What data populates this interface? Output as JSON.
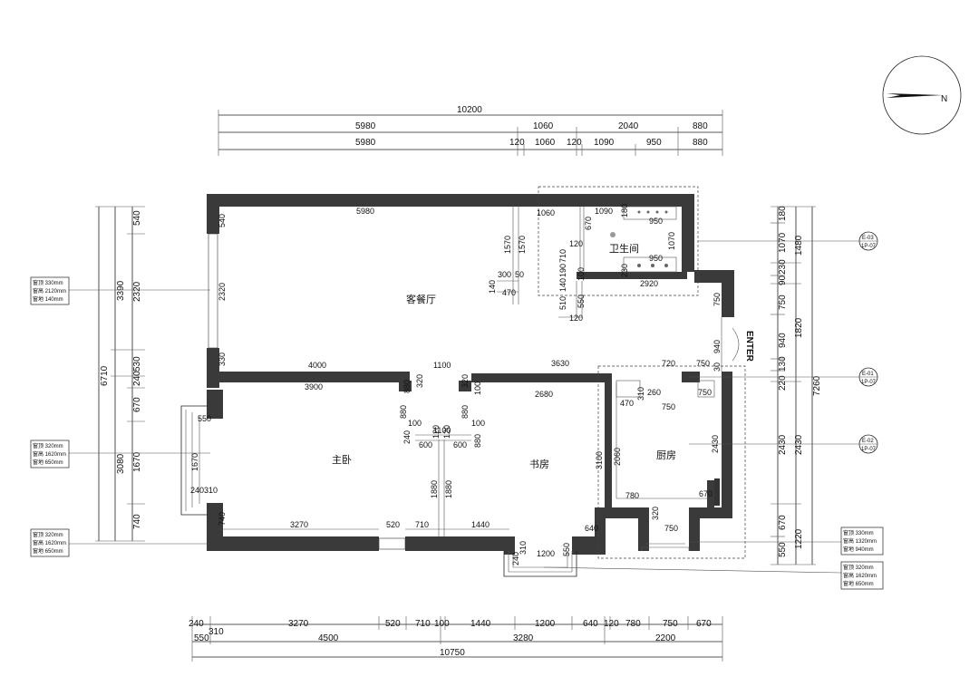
{
  "compass": {
    "label": "N"
  },
  "rooms": {
    "living_dining": "客餐厅",
    "bathroom": "卫生间",
    "master_bedroom": "主卧",
    "study": "书房",
    "kitchen": "厨房"
  },
  "entry_label": "ENTER",
  "top_dims": {
    "row1": [
      "10200"
    ],
    "row2": [
      "5980",
      "1060",
      "2040",
      "880"
    ],
    "row3": [
      "5980",
      "120",
      "1060",
      "120",
      "1090",
      "950",
      "880"
    ]
  },
  "bottom_dims": {
    "row1": [
      "240",
      "310",
      "3270",
      "520",
      "710",
      "100",
      "1440",
      "1200",
      "640",
      "120",
      "780",
      "750",
      "670"
    ],
    "row2": [
      "550",
      "4500",
      "3280",
      "2200"
    ],
    "row3": [
      "10750"
    ]
  },
  "left_dims": {
    "inner": [
      "540",
      "2320",
      "530",
      "240",
      "670",
      "1670",
      "740"
    ],
    "middle": [
      "3390",
      "3080"
    ],
    "outer": [
      "6710"
    ]
  },
  "right_dims": {
    "inner": [
      "180",
      "1070",
      "230",
      "90",
      "750",
      "940",
      "130",
      "220",
      "2430",
      "670",
      "550"
    ],
    "middle": [
      "1480",
      "1820",
      "2430",
      "1220"
    ],
    "outer": [
      "7260"
    ]
  },
  "interior_dims": {
    "living_top": "5980",
    "living_left": "2320",
    "living_left_top": "540",
    "living_left_bottom": "330",
    "kitchen_col_1570a": "1570",
    "kitchen_col_1570b": "1570",
    "d300": "300",
    "d50": "50",
    "d140": "140",
    "d470a": "470",
    "bath_1060": "1060",
    "bath_1090": "1090",
    "bath_180": "180",
    "bath_950a": "950",
    "bath_670": "670",
    "bath_120a": "120",
    "bath_710": "710",
    "bath_1070": "1070",
    "bath_950b": "950",
    "bath_100": "100",
    "bath_190": "190",
    "bath_140": "140",
    "bath_510": "510",
    "bath_120b": "120",
    "bath_550": "550",
    "bath_230": "230",
    "bath_2920": "2920",
    "bath_750": "750",
    "entry_940": "940",
    "hall_4000": "4000",
    "hall_1100": "1100",
    "hall_3630": "3630",
    "hall_720": "720",
    "hall_750": "750",
    "hall_30": "30",
    "hall_320a": "320",
    "hall_320b": "320",
    "hall_100": "100",
    "master_3900": "3900",
    "master_880": "880",
    "study_2680": "2680",
    "study_880": "880",
    "d100a": "100",
    "d100b": "100",
    "d120a": "120",
    "d120b": "120",
    "d1100": "1100",
    "d240": "240",
    "d600a": "600",
    "d600b": "600",
    "d880a": "880",
    "d880b": "880",
    "d1880a": "1880",
    "d1880b": "1880",
    "master_550": "550",
    "master_1670": "1670",
    "master_240": "240",
    "master_310": "310",
    "master_740": "740",
    "master_3270": "3270",
    "master_520": "520",
    "master_710": "710",
    "study_1440": "1440",
    "study_3100": "3100",
    "study_640": "640",
    "study_1200": "1200",
    "study_550": "550",
    "study_240": "240",
    "study_310": "310",
    "kit_470": "470",
    "kit_310": "310",
    "kit_260": "260",
    "kit_750": "750",
    "kit_2060": "2060",
    "kit_2430": "2430",
    "kit_780": "780",
    "kit_670": "670",
    "kit_320": "320",
    "kit_750b": "750",
    "kit_750c": "750"
  },
  "elevation_markers": [
    {
      "id": "E-03",
      "ref": "1P-07"
    },
    {
      "id": "E-01",
      "ref": "1P-07"
    },
    {
      "id": "E-02",
      "ref": "1P-07"
    }
  ],
  "window_tags": [
    {
      "l1": "窗顶 330mm",
      "l2": "窗高 2120mm",
      "l3": "窗地 140mm"
    },
    {
      "l1": "窗顶 320mm",
      "l2": "窗高 1620mm",
      "l3": "窗地 650mm"
    },
    {
      "l1": "窗顶 320mm",
      "l2": "窗高 1620mm",
      "l3": "窗地 650mm"
    },
    {
      "l1": "窗顶 330mm",
      "l2": "窗高 1320mm",
      "l3": "窗地 940mm"
    },
    {
      "l1": "窗顶 320mm",
      "l2": "窗高 1620mm",
      "l3": "窗地 650mm"
    }
  ]
}
